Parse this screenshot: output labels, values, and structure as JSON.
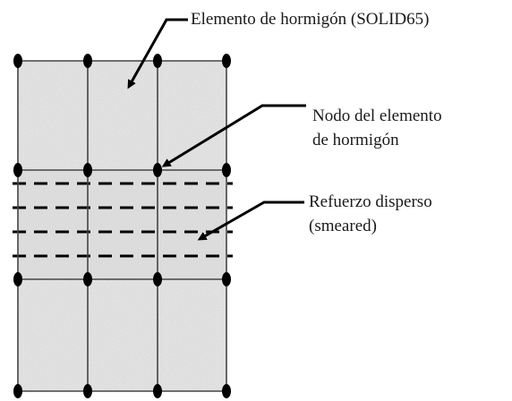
{
  "labels": {
    "concrete_element": "Elemento de hormigón (SOLID65)",
    "node_line1": "Nodo del elemento",
    "node_line2": "de hormigón",
    "reinforcement_line1": "Refuerzo disperso",
    "reinforcement_line2": "(smeared)"
  },
  "colors": {
    "concrete_fill": "#e9e9e9",
    "reinforced_fill": "#dcdcdc",
    "grid_line": "#444444",
    "node": "#000000",
    "text": "#1a1a1a"
  }
}
